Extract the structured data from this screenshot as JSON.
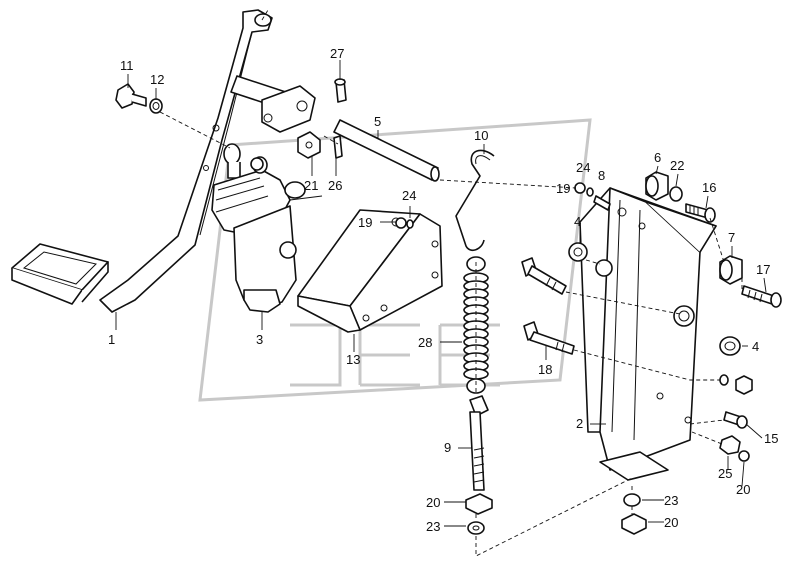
{
  "diagram": {
    "callouts": [
      {
        "id": "c1",
        "label": "1"
      },
      {
        "id": "c2",
        "label": "2"
      },
      {
        "id": "c3",
        "label": "3"
      },
      {
        "id": "c4a",
        "label": "4"
      },
      {
        "id": "c4b",
        "label": "4"
      },
      {
        "id": "c5",
        "label": "5"
      },
      {
        "id": "c6",
        "label": "6"
      },
      {
        "id": "c7",
        "label": "7"
      },
      {
        "id": "c8",
        "label": "8"
      },
      {
        "id": "c9",
        "label": "9"
      },
      {
        "id": "c10",
        "label": "10"
      },
      {
        "id": "c11",
        "label": "11"
      },
      {
        "id": "c12",
        "label": "12"
      },
      {
        "id": "c13",
        "label": "13"
      },
      {
        "id": "c15",
        "label": "15"
      },
      {
        "id": "c16",
        "label": "16"
      },
      {
        "id": "c17",
        "label": "17"
      },
      {
        "id": "c18",
        "label": "18"
      },
      {
        "id": "c19a",
        "label": "19"
      },
      {
        "id": "c19b",
        "label": "19"
      },
      {
        "id": "c20a",
        "label": "20"
      },
      {
        "id": "c20b",
        "label": "20"
      },
      {
        "id": "c20c",
        "label": "20"
      },
      {
        "id": "c21",
        "label": "21"
      },
      {
        "id": "c22",
        "label": "22"
      },
      {
        "id": "c23a",
        "label": "23"
      },
      {
        "id": "c23b",
        "label": "23"
      },
      {
        "id": "c24a",
        "label": "24"
      },
      {
        "id": "c24b",
        "label": "24"
      },
      {
        "id": "c25",
        "label": "25"
      },
      {
        "id": "c26",
        "label": "26"
      },
      {
        "id": "c27",
        "label": "27"
      },
      {
        "id": "c28",
        "label": "28"
      }
    ]
  }
}
